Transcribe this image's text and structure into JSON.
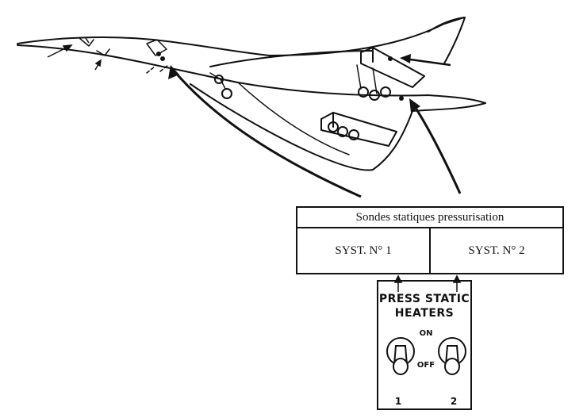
{
  "label_table": {
    "title": "Sondes statiques pressurisation",
    "system_1": "SYST. N° 1",
    "system_2": "SYST. N° 2"
  },
  "control_panel": {
    "title_line_1": "PRESS STATIC",
    "title_line_2": "HEATERS",
    "on_label": "ON",
    "off_label": "OFF",
    "switch_1_label": "1",
    "switch_2_label": "2"
  }
}
